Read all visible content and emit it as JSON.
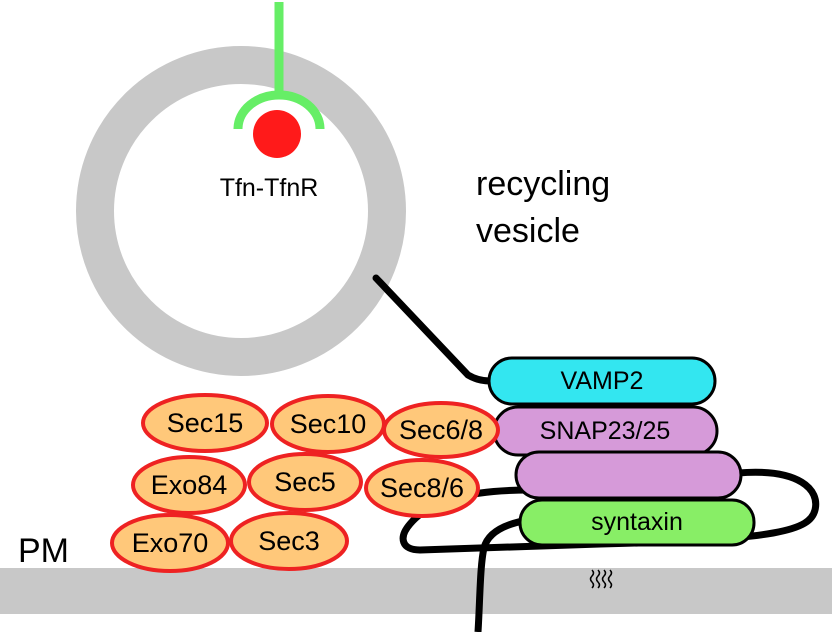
{
  "labels": {
    "tfn": "Tfn-TfnR",
    "vesicle_line1": "recycling",
    "vesicle_line2": "vesicle",
    "pm": "PM"
  },
  "exocyst": {
    "row1": [
      "Sec15",
      "Sec10",
      "Sec6/8"
    ],
    "row2": [
      "Exo84",
      "Sec5",
      "Sec8/6"
    ],
    "row3": [
      "Exo70",
      "Sec3"
    ]
  },
  "snare": {
    "vamp": "VAMP2",
    "snap_top": "SNAP23/25",
    "snap_bottom": "",
    "syntaxin": "syntaxin"
  },
  "colors": {
    "vesicle": "#c8c8c8",
    "membrane": "#c8c8c8",
    "receptor": "#66ee66",
    "transferrin": "#ff1a1a",
    "exocyst_fill": "#ffc87a",
    "exocyst_stroke": "#ee2222",
    "vamp": "#33e6f0",
    "snap": "#d69ad9",
    "syntaxin": "#88ee66"
  }
}
